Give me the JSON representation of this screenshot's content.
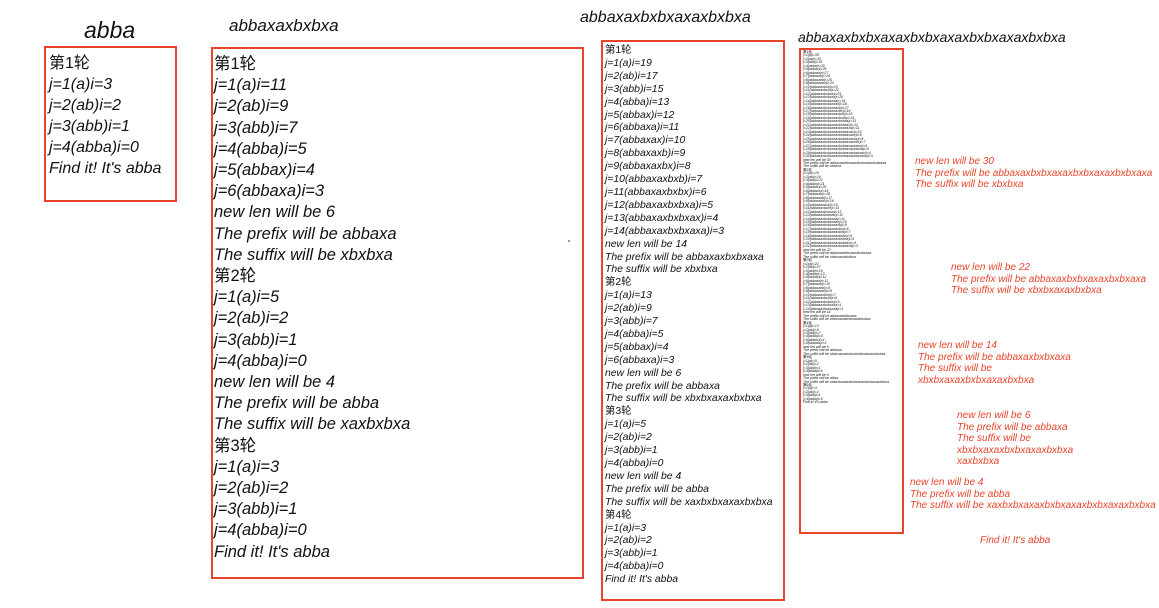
{
  "panels": [
    {
      "title": "abba",
      "lines": [
        "第1轮",
        "j=1(a)i=3",
        "j=2(ab)i=2",
        "j=3(abb)i=1",
        "j=4(abba)i=0",
        "Find it! It's abba"
      ]
    },
    {
      "title": "abbaxaxbxbxa",
      "lines": [
        "第1轮",
        "j=1(a)i=11",
        "j=2(ab)i=9",
        "j=3(abb)i=7",
        "j=4(abba)i=5",
        "j=5(abbax)i=4",
        "j=6(abbaxa)i=3",
        "new len will be 6",
        "The prefix will be abbaxa",
        "The suffix will be xbxbxa",
        "第2轮",
        "j=1(a)i=5",
        "j=2(ab)i=2",
        "j=3(abb)i=1",
        "j=4(abba)i=0",
        "new len will be 4",
        "The prefix will be abba",
        "The suffix will be xaxbxbxa",
        "第3轮",
        "j=1(a)i=3",
        "j=2(ab)i=2",
        "j=3(abb)i=1",
        "j=4(abba)i=0",
        "Find it! It's abba"
      ]
    },
    {
      "title": "abbaxaxbxbxaxaxbxbxa",
      "lines": [
        "第1轮",
        "j=1(a)i=19",
        "j=2(ab)i=17",
        "j=3(abb)i=15",
        "j=4(abba)i=13",
        "j=5(abbax)i=12",
        "j=6(abbaxa)i=11",
        "j=7(abbaxax)i=10",
        "j=8(abbaxaxb)i=9",
        "j=9(abbaxaxbx)i=8",
        "j=10(abbaxaxbxb)i=7",
        "j=11(abbaxaxbxbx)i=6",
        "j=12(abbaxaxbxbxa)i=5",
        "j=13(abbaxaxbxbxax)i=4",
        "j=14(abbaxaxbxbxaxa)i=3",
        "new len will be 14",
        "The prefix will be abbaxaxbxbxaxa",
        "The suffix will be xbxbxa",
        "第2轮",
        "j=1(a)i=13",
        "j=2(ab)i=9",
        "j=3(abb)i=7",
        "j=4(abba)i=5",
        "j=5(abbax)i=4",
        "j=6(abbaxa)i=3",
        "new len will be 6",
        "The prefix will be abbaxa",
        "The suffix will be xbxbxaxaxbxbxa",
        "第3轮",
        "j=1(a)i=5",
        "j=2(ab)i=2",
        "j=3(abb)i=1",
        "j=4(abba)i=0",
        "new len will be 4",
        "The prefix will be abba",
        "The suffix will be xaxbxbxaxaxbxbxa",
        "第4轮",
        "j=1(a)i=3",
        "j=2(ab)i=2",
        "j=3(abb)i=1",
        "j=4(abba)i=0",
        "Find it! It's abba"
      ]
    },
    {
      "title": "abbaxaxbxbxaxaxbxbxaxaxbxbxaxaxbxbxa",
      "lines": [
        "第1轮",
        "j=1(a)i=35",
        "j=2(ab)i=33",
        "j=3(abb)i=31",
        "j=4(abba)i=29",
        "j=5(abbax)i=28",
        "j=6(abbaxa)i=27",
        "j=7(abbaxax)i=26",
        "j=8(abbaxaxb)i=25",
        "j=9(abbaxaxbx)i=24",
        "j=10(abbaxaxbxb)i=23",
        "j=11(abbaxaxbxbx)i=22",
        "j=12(abbaxaxbxbxa)i=21",
        "j=13(abbaxaxbxbxax)i=20",
        "j=14(abbaxaxbxbxaxa)i=19",
        "j=15(abbaxaxbxbxaxax)i=18",
        "j=16(abbaxaxbxbxaxaxb)i=17",
        "j=17(abbaxaxbxbxaxaxbx)i=16",
        "j=18(abbaxaxbxbxaxaxbxb)i=15",
        "j=19(abbaxaxbxbxaxaxbxbx)i=14",
        "j=20(abbaxaxbxbxaxaxbxbxa)i=13",
        "j=21(abbaxaxbxbxaxaxbxbxax)i=12",
        "j=22(abbaxaxbxbxaxaxbxbxaxa)i=11",
        "j=23(abbaxaxbxbxaxaxbxbxaxax)i=10",
        "j=24(abbaxaxbxbxaxaxbxbxaxaxb)i=9",
        "j=25(abbaxaxbxbxaxaxbxbxaxaxbx)i=8",
        "j=26(abbaxaxbxbxaxaxbxbxaxaxbxb)i=7",
        "j=27(abbaxaxbxbxaxaxbxbxaxaxbxbx)i=6",
        "j=28(abbaxaxbxbxaxaxbxbxaxaxbxbxa)i=5",
        "j=29(abbaxaxbxbxaxaxbxbxaxaxbxbxax)i=4",
        "j=30(abbaxaxbxbxaxaxbxbxaxaxbxbxaxa)i=3",
        "new len will be 30",
        "The prefix will be abbaxaxbxbxaxaxbxbxaxaxbxbxaxa",
        "The suffix will be xbxbxa",
        "第2轮",
        "j=1(a)i=29",
        "j=2(ab)i=24",
        "j=3(abb)i=22",
        "j=4(abba)i=21",
        "j=5(abbax)i=20",
        "j=6(abbaxa)i=19",
        "j=7(abbaxax)i=18",
        "j=8(abbaxaxb)i=17",
        "j=9(abbaxaxbx)i=16",
        "j=10(abbaxaxbxb)i=15",
        "j=11(abbaxaxbxbx)i=14",
        "j=12(abbaxaxbxbxa)i=13",
        "j=13(abbaxaxbxbxax)i=12",
        "j=14(abbaxaxbxbxaxa)i=11",
        "j=15(abbaxaxbxbxaxax)i=10",
        "j=16(abbaxaxbxbxaxaxb)i=9",
        "j=17(abbaxaxbxbxaxaxbx)i=8",
        "j=18(abbaxaxbxbxaxaxbxb)i=7",
        "j=19(abbaxaxbxbxaxaxbxbx)i=6",
        "j=20(abbaxaxbxbxaxaxbxbxa)i=5",
        "j=21(abbaxaxbxbxaxaxbxbxax)i=4",
        "j=22(abbaxaxbxbxaxaxbxbxaxa)i=3",
        "new len will be 22",
        "The prefix will be abbaxaxbxbxaxaxbxbxaxa",
        "The suffix will be xbxbxaxaxbxbxa",
        "第3轮",
        "j=1(a)i=21",
        "j=2(ab)i=17",
        "j=3(abb)i=15",
        "j=4(abba)i=13",
        "j=5(abbax)i=12",
        "j=6(abbaxa)i=11",
        "j=7(abbaxax)i=10",
        "j=8(abbaxaxb)i=9",
        "j=9(abbaxaxbx)i=8",
        "j=10(abbaxaxbxb)i=7",
        "j=11(abbaxaxbxbx)i=6",
        "j=12(abbaxaxbxbxa)i=5",
        "j=13(abbaxaxbxbxax)i=4",
        "j=14(abbaxaxbxbxaxa)i=3",
        "new len will be 14",
        "The prefix will be abbaxaxbxbxaxa",
        "The suffix will be xbxbxaxaxbxbxaxaxbxbxa",
        "第4轮",
        "j=1(a)i=13",
        "j=2(ab)i=9",
        "j=3(abb)i=7",
        "j=4(abba)i=5",
        "j=5(abbax)i=4",
        "j=6(abbaxa)i=3",
        "new len will be 6",
        "The prefix will be abbaxa",
        "The suffix will be xbxbxaxaxbxbxaxaxbxbxaxaxbxbxa",
        "第5轮",
        "j=1(a)i=5",
        "j=2(ab)i=2",
        "j=3(abb)i=1",
        "j=4(abba)i=0",
        "new len will be 4",
        "The prefix will be abba",
        "The suffix will be xaxbxbxaxaxbxbxaxaxbxbxaxaxbxbxa",
        "第6轮",
        "j=1(a)i=3",
        "j=2(ab)i=2",
        "j=3(abb)i=1",
        "j=4(abba)i=0",
        "Find it! It's abba"
      ]
    }
  ],
  "annotations": [
    {
      "lines": [
        "new len will be 30",
        "The prefix will be abbaxaxbxbxaxaxbxbxaxaxbxbxaxa",
        "The suffix will be xbxbxa"
      ]
    },
    {
      "lines": [
        "new len will be 22",
        "The prefix will be abbaxaxbxbxaxaxbxbxaxa",
        "The suffix will be xbxbxaxaxbxbxa"
      ]
    },
    {
      "lines": [
        "new len will be 14",
        "The prefix will be abbaxaxbxbxaxa",
        "The suffix will be",
        "xbxbxaxaxbxbxaxaxbxbxa"
      ]
    },
    {
      "lines": [
        "new len will be 6",
        "The prefix will be abbaxa",
        "The suffix will be",
        "xbxbxaxaxbxbxaxaxbxbxa",
        "xaxbxbxa"
      ]
    },
    {
      "lines": [
        "new len will be 4",
        "The prefix will be abba",
        "The suffix will be xaxbxbxaxaxbxbxaxaxbxbxaxaxbxbxa"
      ]
    },
    {
      "lines": [
        "Find it! It's abba"
      ]
    }
  ],
  "colors": {
    "accent": "#e8452c",
    "text": "#111111"
  }
}
